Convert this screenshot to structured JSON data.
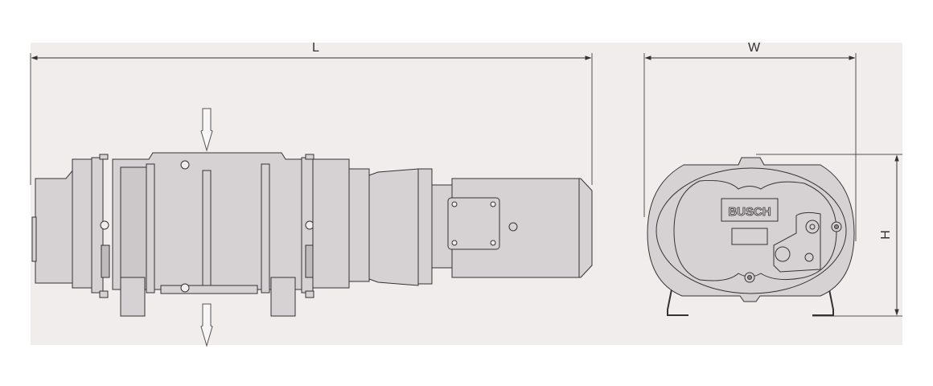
{
  "drawing": {
    "subject": "Busch vacuum pump dimension drawing",
    "views": [
      {
        "name": "side-view",
        "dimension_label": "L"
      },
      {
        "name": "end-view",
        "dimension_label": "W",
        "secondary_dimension_label": "H"
      }
    ],
    "logo_text": "BUSCH",
    "flow_arrows": [
      "inlet-down-arrow",
      "outlet-down-arrow"
    ]
  },
  "labels": {
    "length": "L",
    "width": "W",
    "height": "H"
  },
  "colors": {
    "panel_bg": "#f0edec",
    "body_fill": "#d6d2d4",
    "line": "#333333"
  }
}
